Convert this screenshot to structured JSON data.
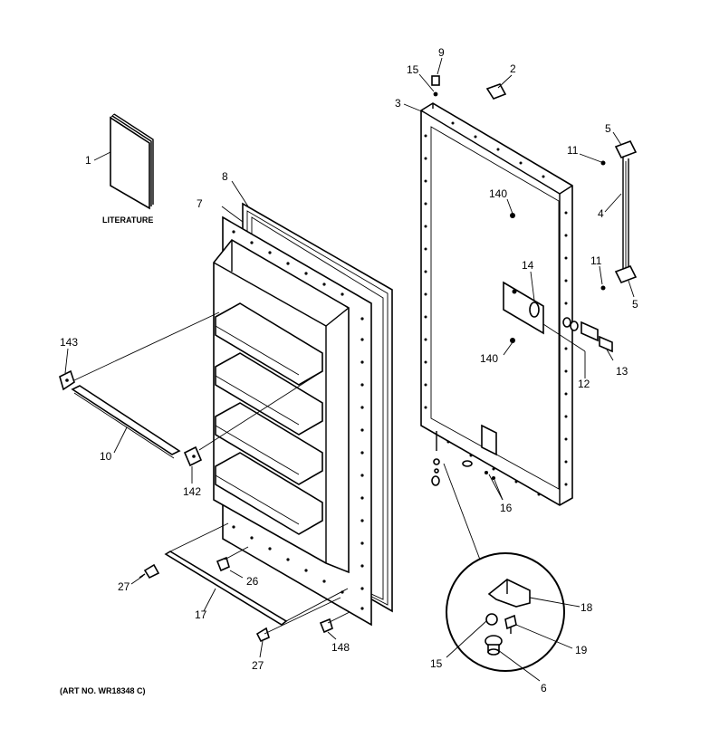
{
  "callouts": {
    "c1": "1",
    "c2": "2",
    "c3": "3",
    "c4": "4",
    "c5a": "5",
    "c5b": "5",
    "c6": "6",
    "c7": "7",
    "c8": "8",
    "c9": "9",
    "c10": "10",
    "c11a": "11",
    "c11b": "11",
    "c12": "12",
    "c13": "13",
    "c14": "14",
    "c15a": "15",
    "c15b": "15",
    "c16": "16",
    "c17": "17",
    "c18": "18",
    "c19": "19",
    "c26": "26",
    "c27a": "27",
    "c27b": "27",
    "c140a": "140",
    "c140b": "140",
    "c142": "142",
    "c143": "143",
    "c148": "148"
  },
  "literature_label": "LITERATURE",
  "art_number": "(ART NO. WR18348 C)"
}
